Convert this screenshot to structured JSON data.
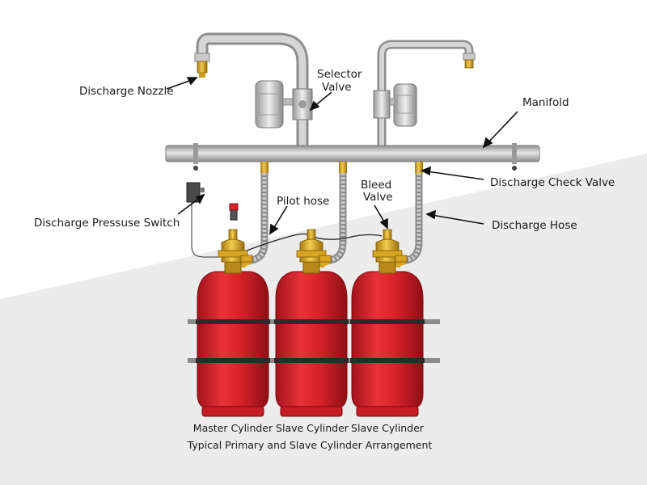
{
  "labels": {
    "discharge_nozzle": "Discharge Nozzle",
    "selector_valve_line1": "Selector",
    "selector_valve_line2": "Valve",
    "manifold": "Manifold",
    "discharge_check_valve": "Discharge Check Valve",
    "pilot_hose": "Pilot hose",
    "bleed_valve_line1": "Bleed",
    "bleed_valve_line2": "Valve",
    "discharge_pressure_switch": "Discharge Pressuse Switch",
    "discharge_hose": "Discharge Hose"
  },
  "cylinders": [
    {
      "label": "Master Cylinder"
    },
    {
      "label": "Slave Cylinder"
    },
    {
      "label": "Slave Cylinder"
    }
  ],
  "caption": "Typical Primary and Slave Cylinder Arrangement",
  "colors": {
    "cylinder_red": "#d8222a",
    "brass": "#d9a521",
    "pipe_gray": "#b9b9b9",
    "background_gray": "#ececec"
  }
}
